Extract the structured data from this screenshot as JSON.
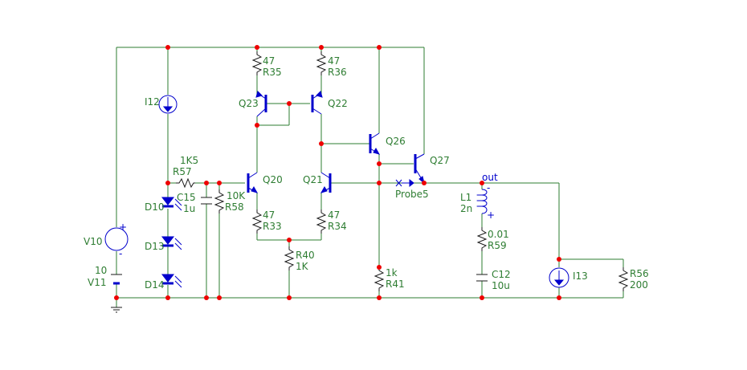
{
  "labels": {
    "r35_val": "47",
    "r35_name": "R35",
    "r36_val": "47",
    "r36_name": "R36",
    "q23": "Q23",
    "q22": "Q22",
    "i12": "I12",
    "q26": "Q26",
    "q27": "Q27",
    "r57_val": "1K5",
    "r57_name": "R57",
    "q20": "Q20",
    "q21": "Q21",
    "c15_name": "C15",
    "c15_val": "1u",
    "r58_val": "10K",
    "r58_name": "R58",
    "d10": "D10",
    "r33_val": "47",
    "r33_name": "R33",
    "r34_val": "47",
    "r34_name": "R34",
    "probe5": "Probe5",
    "out": "out",
    "l1_name": "L1",
    "l1_val": "2n",
    "v10": "V10",
    "d13": "D13",
    "r40_name": "R40",
    "r40_val": "1K",
    "r59_val": "0.01",
    "r59_name": "R59",
    "v11_val": "10",
    "v11_name": "V11",
    "r41_val": "1k",
    "r41_name": "R41",
    "i13": "I13",
    "r56_name": "R56",
    "r56_val": "200",
    "c12_name": "C12",
    "c12_val": "10u",
    "d14": "D14",
    "plus_v": "+",
    "minus_v": "-",
    "plus_l": "+",
    "minus_l": "-"
  }
}
